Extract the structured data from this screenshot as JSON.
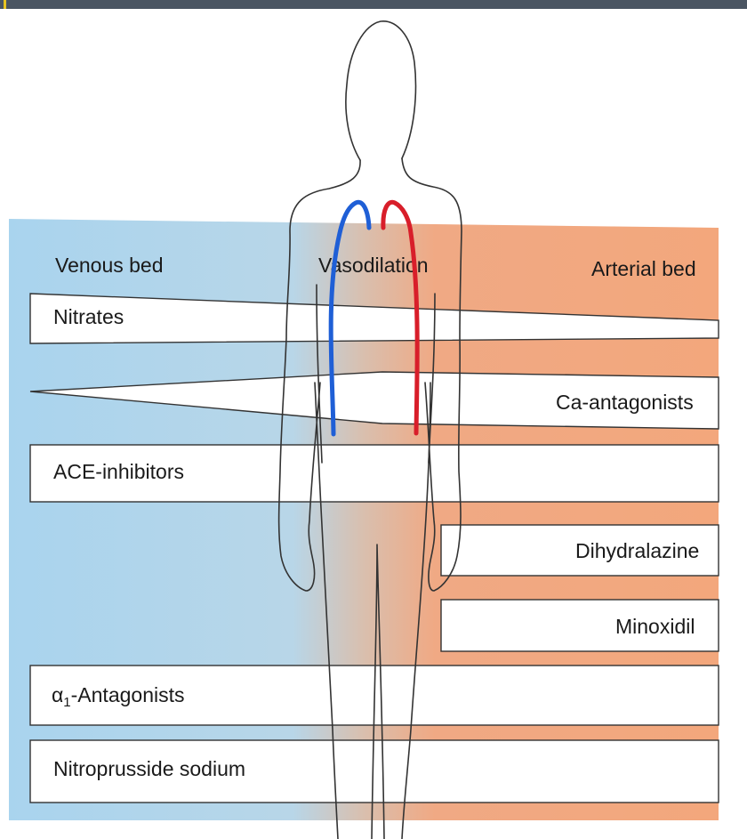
{
  "colors": {
    "venous": "#a9d4ee",
    "arterial": "#f3a77c",
    "blood_vein": "#1f5fd6",
    "blood_artery": "#d81e2a",
    "top_bar": "#4a5562",
    "top_bar_accent": "#e8c421"
  },
  "labels": {
    "venous_bed": "Venous bed",
    "vasodilation": "Vasodilation",
    "arterial_bed": "Arterial bed"
  },
  "drugs": {
    "nitrates": "Nitrates",
    "ca_antagonists": "Ca-antagonists",
    "ace_inhibitors": "ACE-inhibitors",
    "dihydralazine": "Dihydralazine",
    "minoxidil": "Minoxidil",
    "alpha1_prefix": "α",
    "alpha1_sub": "1",
    "alpha1_suffix": "-Antagonists",
    "nitroprusside": "Nitroprusside sodium"
  }
}
